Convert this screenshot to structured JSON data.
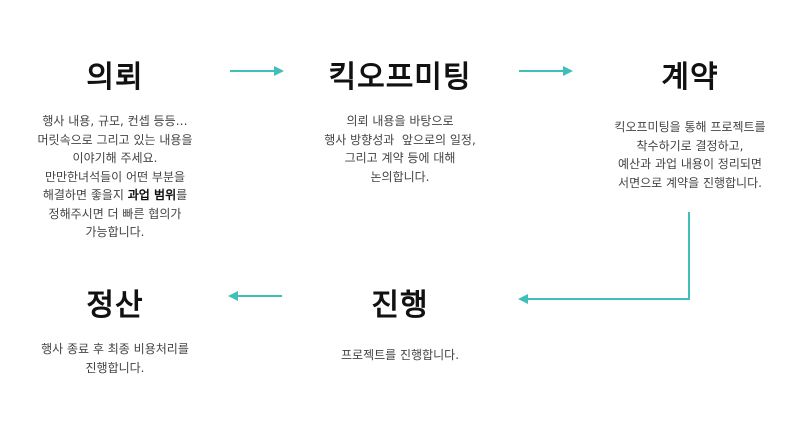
{
  "accent_color": "#3fbfb8",
  "steps": [
    {
      "title": "의뢰",
      "lines": [
        {
          "text": "행사 내용, 규모, 컨셉 등등…"
        },
        {
          "text": "머릿속으로 그리고 있는 내용을"
        },
        {
          "text": "이야기해 주세요."
        },
        {
          "text": "만만한녀석들이 어떤 부분을"
        },
        {
          "pre": "해결하면 좋을지 ",
          "bold": "과업 범위",
          "post": "를"
        },
        {
          "text": "정해주시면 더 빠른 협의가"
        },
        {
          "text": "가능합니다."
        }
      ]
    },
    {
      "title": "킥오프미팅",
      "lines": [
        {
          "text": "의뢰 내용을 바탕으로"
        },
        {
          "text": "행사 방향성과  앞으로의 일정,"
        },
        {
          "text": "그리고 계약 등에 대해"
        },
        {
          "text": "논의합니다."
        }
      ]
    },
    {
      "title": "계약",
      "lines": [
        {
          "text": "킥오프미팅을 통해 프로젝트를"
        },
        {
          "text": "착수하기로 결정하고,"
        },
        {
          "text": "예산과 과업 내용이 정리되면"
        },
        {
          "text": "서면으로 계약을 진행합니다."
        }
      ]
    },
    {
      "title": "정산",
      "lines": [
        {
          "text": "행사 종료 후 최종 비용처리를"
        },
        {
          "text": "진행합니다."
        }
      ]
    },
    {
      "title": "진행",
      "lines": [
        {
          "text": "프로젝트를 진행합니다."
        }
      ]
    }
  ]
}
